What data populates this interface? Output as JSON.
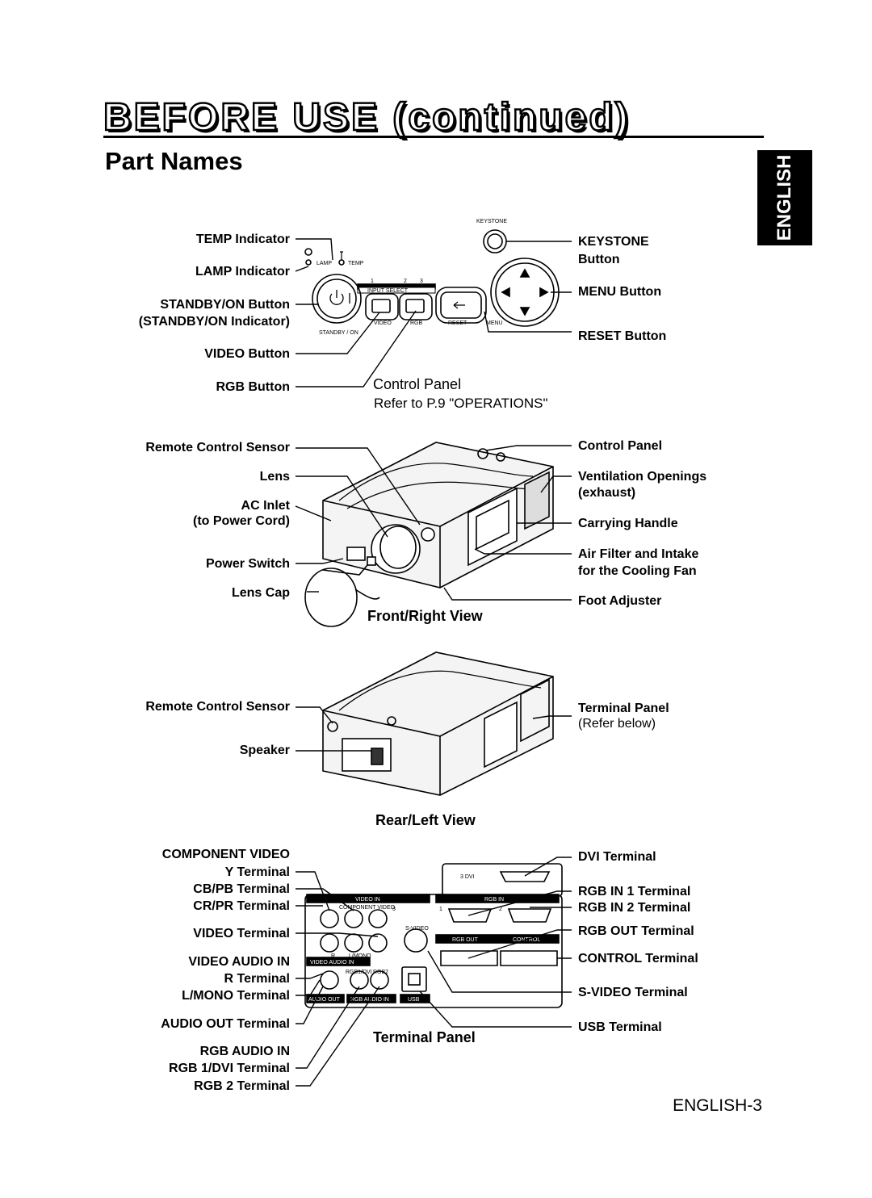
{
  "header": {
    "title": "BEFORE USE (continued)",
    "subtitle": "Part Names",
    "language_tab": "ENGLISH"
  },
  "control_panel": {
    "left_labels": [
      "TEMP Indicator",
      "LAMP Indicator",
      "STANDBY/ON Button",
      "(STANDBY/ON Indicator)",
      "VIDEO Button",
      "RGB Button"
    ],
    "right_labels": [
      "KEYSTONE",
      "Button",
      "MENU Button",
      "RESET Button"
    ],
    "caption": "Control Panel",
    "refer": "Refer to P.9 \"OPERATIONS\"",
    "panel_text": {
      "keystone": "KEYSTONE",
      "lamp": "LAMP",
      "temp": "TEMP",
      "input_select": "INPUT SELECT",
      "n1": "1",
      "n2": "2",
      "n3": "3",
      "standby": "STANDBY / ON",
      "video": "VIDEO",
      "rgb": "RGB",
      "reset": "RESET",
      "menu": "MENU"
    }
  },
  "front_view": {
    "left_labels": [
      "Remote Control Sensor",
      "Lens",
      "AC Inlet",
      "(to Power Cord)",
      "Power Switch",
      "Lens Cap"
    ],
    "right_labels": [
      "Control Panel",
      "Ventilation Openings",
      "(exhaust)",
      "Carrying Handle",
      "Air Filter and Intake",
      "for the Cooling Fan",
      "Foot Adjuster"
    ],
    "caption": "Front/Right View"
  },
  "rear_view": {
    "left_labels": [
      "Remote Control Sensor",
      "Speaker"
    ],
    "right_labels": [
      "Terminal Panel",
      "(Refer below)"
    ],
    "caption": "Rear/Left View"
  },
  "terminal_panel": {
    "left_labels": [
      "COMPONENT VIDEO",
      "Y Terminal",
      "CB/PB Terminal",
      "CR/PR Terminal",
      "VIDEO Terminal",
      "VIDEO AUDIO IN",
      "R Terminal",
      "L/MONO Terminal",
      "AUDIO OUT Terminal",
      "RGB AUDIO IN",
      "RGB 1/DVI Terminal",
      "RGB 2 Terminal"
    ],
    "right_labels": [
      "DVI Terminal",
      "RGB IN 1 Terminal",
      "RGB IN 2 Terminal",
      "RGB OUT Terminal",
      "CONTROL Terminal",
      "S-VIDEO Terminal",
      "USB Terminal"
    ],
    "caption": "Terminal Panel",
    "panel_text": {
      "video_in": "VIDEO IN",
      "component_video": "COMPONENT VIDEO",
      "s_video": "S-VIDEO",
      "rgb_in": "RGB IN",
      "rgb_out": "RGB OUT",
      "control": "CONTROL",
      "dvi": "3  DVI",
      "video_audio_in": "VIDEO AUDIO IN",
      "audio_out": "AUDIO OUT",
      "rgb_audio_in": "RGB AUDIO IN",
      "usb": "USB",
      "r": "R",
      "l_mono": "L/MONO",
      "rgb1dvi": "RGB1/DVI",
      "rgb2": "RGB2",
      "n1": "1",
      "n2": "2",
      "n3": "3"
    }
  },
  "footer": {
    "page": "ENGLISH-3"
  }
}
